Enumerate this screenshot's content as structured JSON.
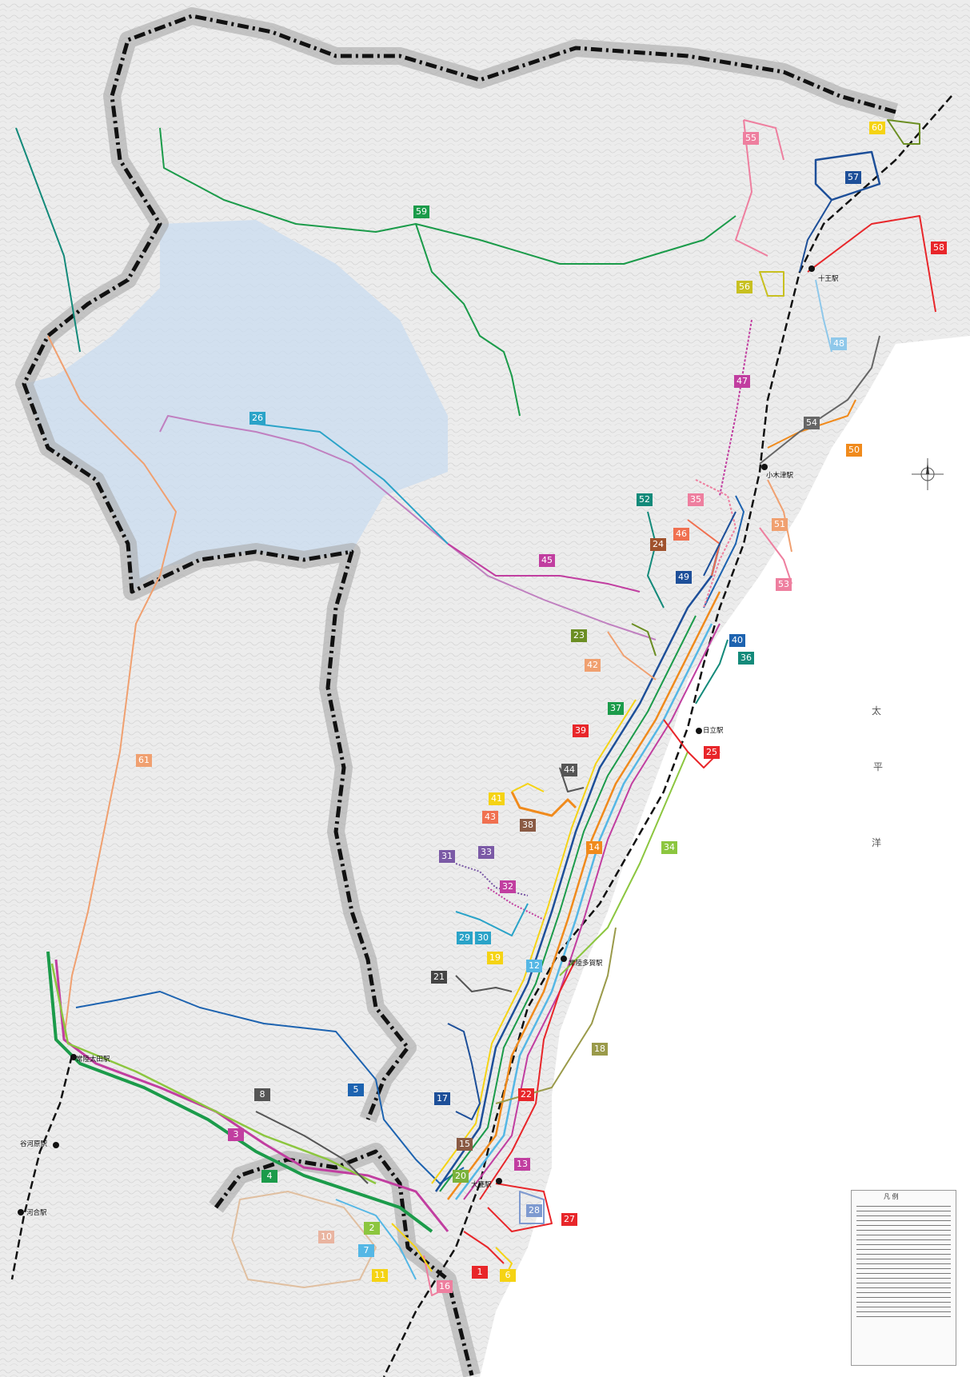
{
  "map": {
    "routes": [
      {
        "id": "1",
        "label": "1",
        "color": "#e8262a"
      },
      {
        "id": "2",
        "label": "2",
        "color": "#8cc63f"
      },
      {
        "id": "3",
        "label": "3",
        "color": "#c13ea0"
      },
      {
        "id": "4",
        "label": "4",
        "color": "#1b9b4a"
      },
      {
        "id": "5",
        "label": "5",
        "color": "#1d63b0"
      },
      {
        "id": "6",
        "label": "6",
        "color": "#f5d314"
      },
      {
        "id": "7",
        "label": "7",
        "color": "#55b7e5"
      },
      {
        "id": "8",
        "label": "8",
        "color": "#555555"
      },
      {
        "id": "10",
        "label": "10",
        "color": "#e9b4a0"
      },
      {
        "id": "11",
        "label": "11",
        "color": "#f5d314"
      },
      {
        "id": "12",
        "label": "12",
        "color": "#55b7e5"
      },
      {
        "id": "13",
        "label": "13",
        "color": "#c13ea0"
      },
      {
        "id": "14",
        "label": "14",
        "color": "#f08a1c"
      },
      {
        "id": "15",
        "label": "15",
        "color": "#8a5a44"
      },
      {
        "id": "16",
        "label": "16",
        "color": "#ee7f9f"
      },
      {
        "id": "17",
        "label": "17",
        "color": "#1d4f99"
      },
      {
        "id": "18",
        "label": "18",
        "color": "#9a9a4a"
      },
      {
        "id": "19",
        "label": "19",
        "color": "#f5d314"
      },
      {
        "id": "20",
        "label": "20",
        "color": "#7bb23b"
      },
      {
        "id": "21",
        "label": "21",
        "color": "#444444"
      },
      {
        "id": "22",
        "label": "22",
        "color": "#e8262a"
      },
      {
        "id": "23",
        "label": "23",
        "color": "#6b8e23"
      },
      {
        "id": "24",
        "label": "24",
        "color": "#a0522d"
      },
      {
        "id": "25",
        "label": "25",
        "color": "#e8262a"
      },
      {
        "id": "26",
        "label": "26",
        "color": "#2aa3c8"
      },
      {
        "id": "27",
        "label": "27",
        "color": "#e8262a"
      },
      {
        "id": "28",
        "label": "28",
        "color": "#7e9ad0"
      },
      {
        "id": "29",
        "label": "29",
        "color": "#2aa3c8"
      },
      {
        "id": "30",
        "label": "30",
        "color": "#2aa3c8"
      },
      {
        "id": "31",
        "label": "31",
        "color": "#7b5aa6"
      },
      {
        "id": "32",
        "label": "32",
        "color": "#c13ea0"
      },
      {
        "id": "33",
        "label": "33",
        "color": "#7b5aa6"
      },
      {
        "id": "34",
        "label": "34",
        "color": "#8cc63f"
      },
      {
        "id": "35",
        "label": "35",
        "color": "#ee7f9f"
      },
      {
        "id": "36",
        "label": "36",
        "color": "#138a7a"
      },
      {
        "id": "37",
        "label": "37",
        "color": "#1b9b4a"
      },
      {
        "id": "38",
        "label": "38",
        "color": "#8a5a44"
      },
      {
        "id": "39",
        "label": "39",
        "color": "#e8262a"
      },
      {
        "id": "40",
        "label": "40",
        "color": "#1d63b0"
      },
      {
        "id": "41",
        "label": "41",
        "color": "#f5d314"
      },
      {
        "id": "42",
        "label": "42",
        "color": "#f0a070"
      },
      {
        "id": "43",
        "label": "43",
        "color": "#f07050"
      },
      {
        "id": "44",
        "label": "44",
        "color": "#555555"
      },
      {
        "id": "45",
        "label": "45",
        "color": "#c13ea0"
      },
      {
        "id": "46",
        "label": "46",
        "color": "#f07050"
      },
      {
        "id": "47",
        "label": "47",
        "color": "#c13ea0"
      },
      {
        "id": "48",
        "label": "48",
        "color": "#8fc8ea"
      },
      {
        "id": "49",
        "label": "49",
        "color": "#1d4f99"
      },
      {
        "id": "50",
        "label": "50",
        "color": "#f08a1c"
      },
      {
        "id": "51",
        "label": "51",
        "color": "#f0a070"
      },
      {
        "id": "52",
        "label": "52",
        "color": "#138a7a"
      },
      {
        "id": "53",
        "label": "53",
        "color": "#ee7f9f"
      },
      {
        "id": "54",
        "label": "54",
        "color": "#666666"
      },
      {
        "id": "55",
        "label": "55",
        "color": "#ee7f9f"
      },
      {
        "id": "56",
        "label": "56",
        "color": "#c8c020"
      },
      {
        "id": "57",
        "label": "57",
        "color": "#1d4f99"
      },
      {
        "id": "58",
        "label": "58",
        "color": "#e8262a"
      },
      {
        "id": "59",
        "label": "59",
        "color": "#1b9b4a"
      },
      {
        "id": "60",
        "label": "60",
        "color": "#f5d314"
      },
      {
        "id": "61",
        "label": "61",
        "color": "#f0a070"
      }
    ],
    "stations": [
      {
        "id": "juo",
        "name": "十王駅"
      },
      {
        "id": "ogitsu",
        "name": "小木津駅"
      },
      {
        "id": "hitachi",
        "name": "日立駅"
      },
      {
        "id": "taga",
        "name": "常陸多賀駅"
      },
      {
        "id": "omika",
        "name": "大甕駅"
      },
      {
        "id": "ota",
        "name": "常陸太田駅"
      },
      {
        "id": "yagawara",
        "name": "谷河原駅"
      },
      {
        "id": "kawai",
        "name": "河合駅"
      }
    ],
    "sea_text": [
      "太",
      "平",
      "洋"
    ],
    "legend": {
      "title": "凡 例"
    },
    "colors": {
      "boundary": "#111111",
      "railway": "#111111",
      "highlighted_area": "#c9dcf0",
      "terrain": "#e2e2e2"
    }
  }
}
